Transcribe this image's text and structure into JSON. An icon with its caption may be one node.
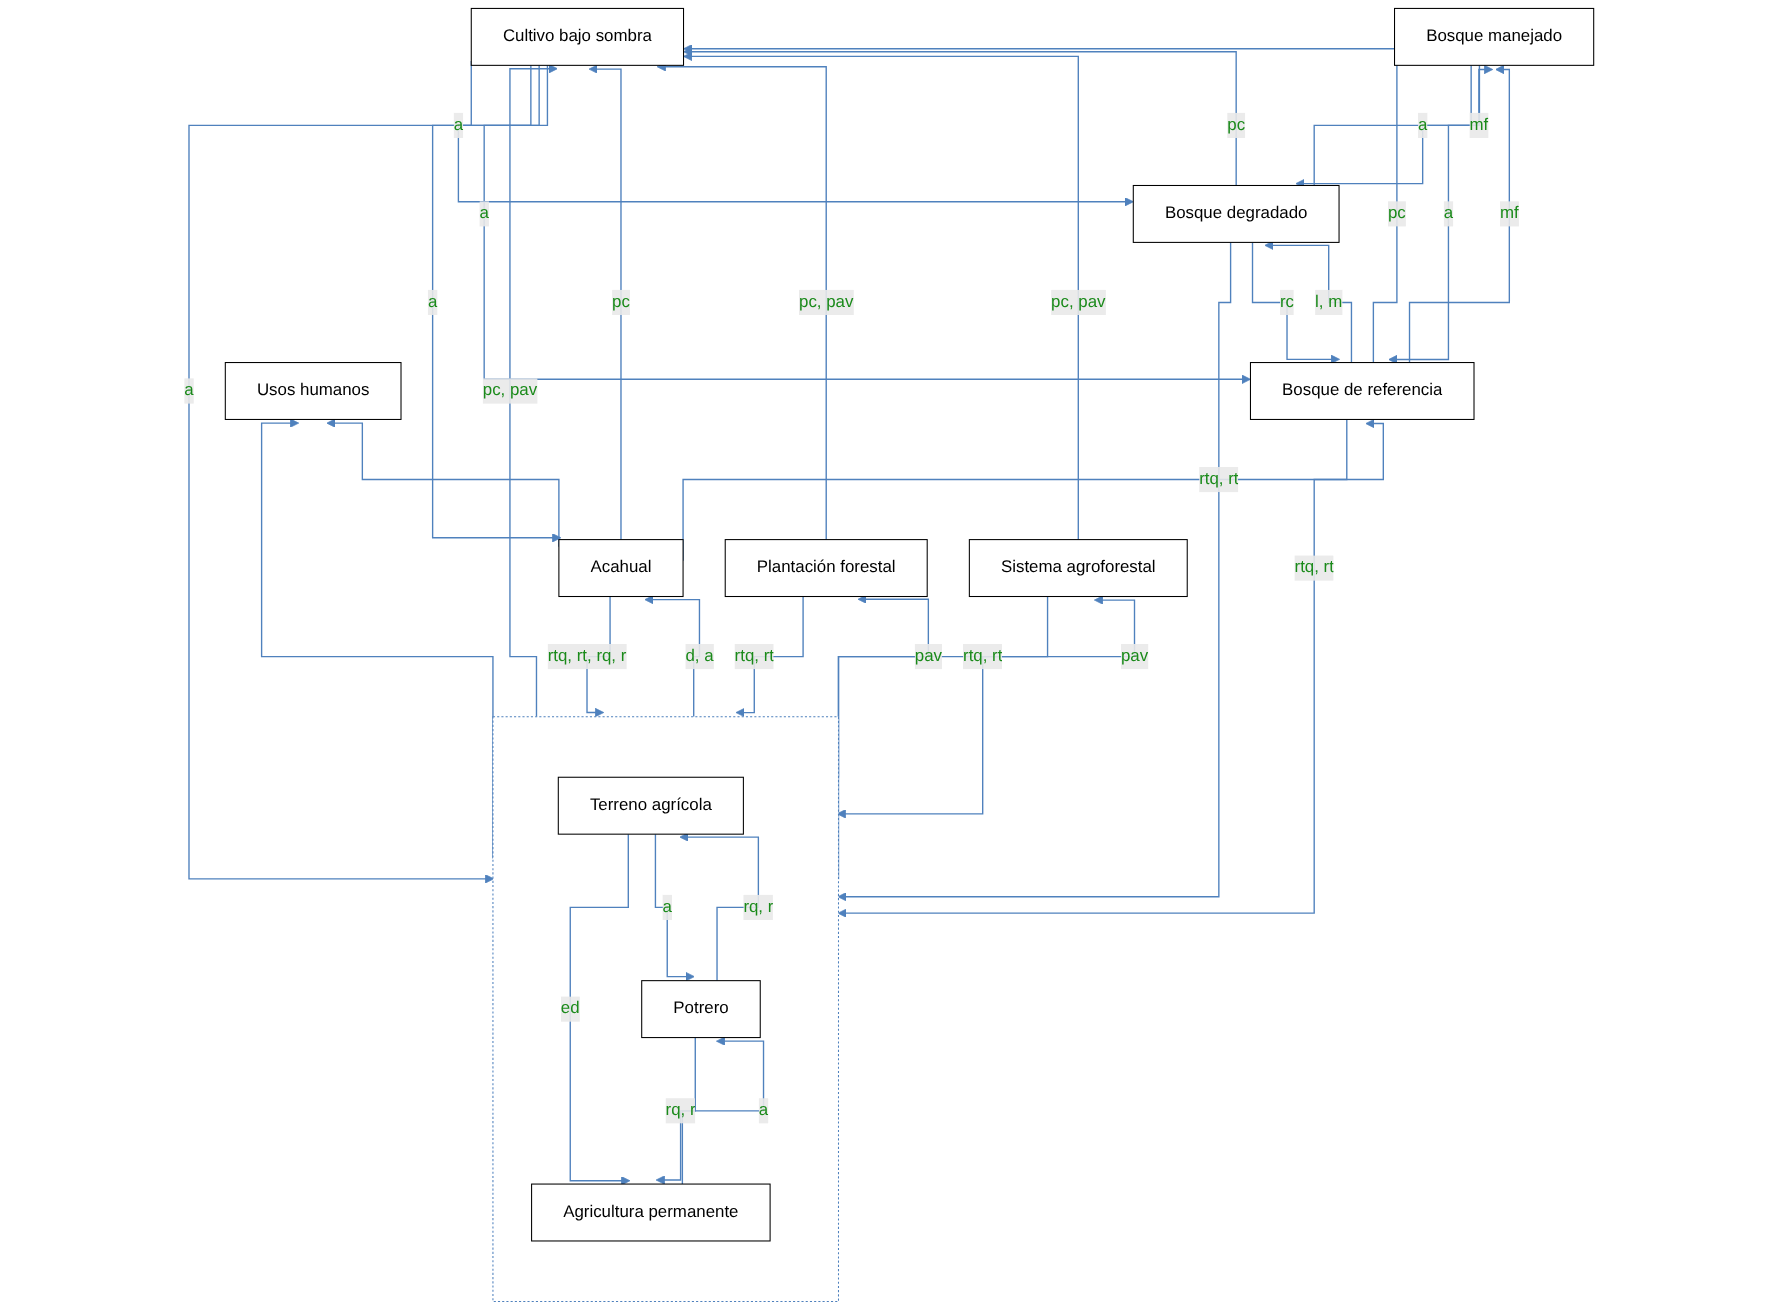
{
  "diagram": {
    "nodes": [
      {
        "text": [
          "Bosque de referencia"
        ]
      },
      {
        "text": [
          "Bosque degradado"
        ]
      },
      {
        "text": [
          "Bosque manejado"
        ]
      },
      {
        "text": [
          "Acahual"
        ]
      },
      {
        "text": [],
        "shape": "box"
      },
      {
        "text": [
          "Terreno agrícola"
        ],
        "in": 4
      },
      {
        "text": [
          "Potrero"
        ],
        "in": 4
      },
      {
        "text": [
          "Agricultura permanente"
        ],
        "in": 4
      },
      {
        "text": [
          "Cultivo bajo sombra"
        ]
      },
      {
        "text": [
          "Usos humanos"
        ]
      },
      {
        "text": [
          "Sistema agroforestal"
        ]
      },
      {
        "text": [
          "Plantación forestal"
        ]
      }
    ],
    "edges": [
      {
        "from": 0,
        "to": 1,
        "label": "l, m",
        "arrow": "to"
      },
      {
        "from": 1,
        "to": 0,
        "label": "rc",
        "arrow": "to"
      },
      {
        "from": 0,
        "to": 4,
        "label": "rtq, rt",
        "arrow": "to"
      },
      {
        "from": 1,
        "to": 4,
        "label": "rtq, rt",
        "arrow": "to"
      },
      {
        "from": 8,
        "to": 0,
        "label": "a",
        "arrow": "to"
      },
      {
        "from": 8,
        "to": 1,
        "label": "a",
        "arrow": "to"
      },
      {
        "from": 0,
        "to": 8,
        "label": "pc",
        "arrow": "to"
      },
      {
        "from": 1,
        "to": 8,
        "label": "pc",
        "arrow": "to"
      },
      {
        "from": 2,
        "to": 0,
        "label": "a",
        "arrow": "to"
      },
      {
        "from": 2,
        "to": 1,
        "label": "a",
        "arrow": "to"
      },
      {
        "from": 0,
        "to": 2,
        "label": "mf",
        "arrow": "to"
      },
      {
        "from": 1,
        "to": 2,
        "label": "mf",
        "arrow": "to"
      },
      {
        "from": 3,
        "to": 0,
        "arrow": "to"
      },
      {
        "from": 3,
        "to": 4,
        "label": "rtq, rt, rq, r",
        "arrow": "to"
      },
      {
        "from": 4,
        "to": 3,
        "label": "d, a",
        "arrow": "to"
      },
      {
        "from": 3,
        "to": 9,
        "arrow": "to"
      },
      {
        "from": 4,
        "to": 9,
        "arrow": "to"
      },
      {
        "from": 5,
        "to": 6,
        "label": "a",
        "arrow": "to"
      },
      {
        "from": 6,
        "to": 5,
        "label": "rq, r",
        "arrow": "to"
      },
      {
        "from": 5,
        "to": 7,
        "label": "ed",
        "arrow": "to"
      },
      {
        "from": 6,
        "to": 7,
        "label": "rq, r",
        "arrow": "to"
      },
      {
        "from": 7,
        "to": 6,
        "label": "a",
        "arrow": "to"
      },
      {
        "from": 4,
        "to": 8,
        "label": "pc, pav",
        "arrow": "to"
      },
      {
        "from": 8,
        "to": 4,
        "label": "a",
        "arrow": "to"
      },
      {
        "from": 10,
        "to": 4,
        "label": "rtq, rt",
        "arrow": "to"
      },
      {
        "from": 4,
        "to": 10,
        "label": "pav",
        "arrow": "to"
      },
      {
        "from": 11,
        "to": 4,
        "label": "rtq, rt",
        "arrow": "to"
      },
      {
        "from": 4,
        "to": 11,
        "label": "pav",
        "arrow": "to"
      },
      {
        "from": 10,
        "to": 8,
        "label": "pc, pav",
        "arrow": "to"
      },
      {
        "from": 11,
        "to": 8,
        "label": "pc, pav",
        "arrow": "to"
      },
      {
        "from": 3,
        "to": 8,
        "label": "pc",
        "arrow": "to"
      },
      {
        "from": 8,
        "to": 3,
        "label": "a",
        "arrow": "to"
      }
    ]
  }
}
